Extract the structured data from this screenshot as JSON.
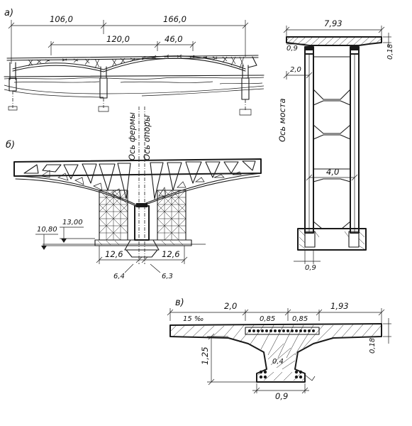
{
  "panels": {
    "a": {
      "letter": "а)"
    },
    "b": {
      "letter": "б)"
    },
    "c": {
      "letter": "в)"
    }
  },
  "elevation": {
    "span_left": "106,0",
    "span_right": "166,0",
    "span_mid": "120,0",
    "span_sub": "46,0"
  },
  "cross_section": {
    "width_total": "7,93",
    "flange_left": "0,9",
    "flange_thickness": "0,18",
    "offset": "2,0",
    "axis_label": "Ось моста",
    "web_spacing": "4,0",
    "foot_width": "0,9"
  },
  "truss": {
    "axis_truss": "Ось фермы",
    "axis_support": "Ось опоры",
    "level_low": "10,80",
    "level_high": "13,00",
    "panel_left": "12,6",
    "panel_right": "12,6",
    "base_left": "6,4",
    "base_right": "6,3"
  },
  "deck": {
    "dim_left": "2,0",
    "dim_mid_left": "0,85",
    "dim_mid_right": "0,85",
    "dim_right": "1,93",
    "slope": "15 ‰",
    "height": "1,25",
    "slab_thickness": "0,18",
    "web_thickness": "0,4",
    "bottom_width": "0,9"
  }
}
